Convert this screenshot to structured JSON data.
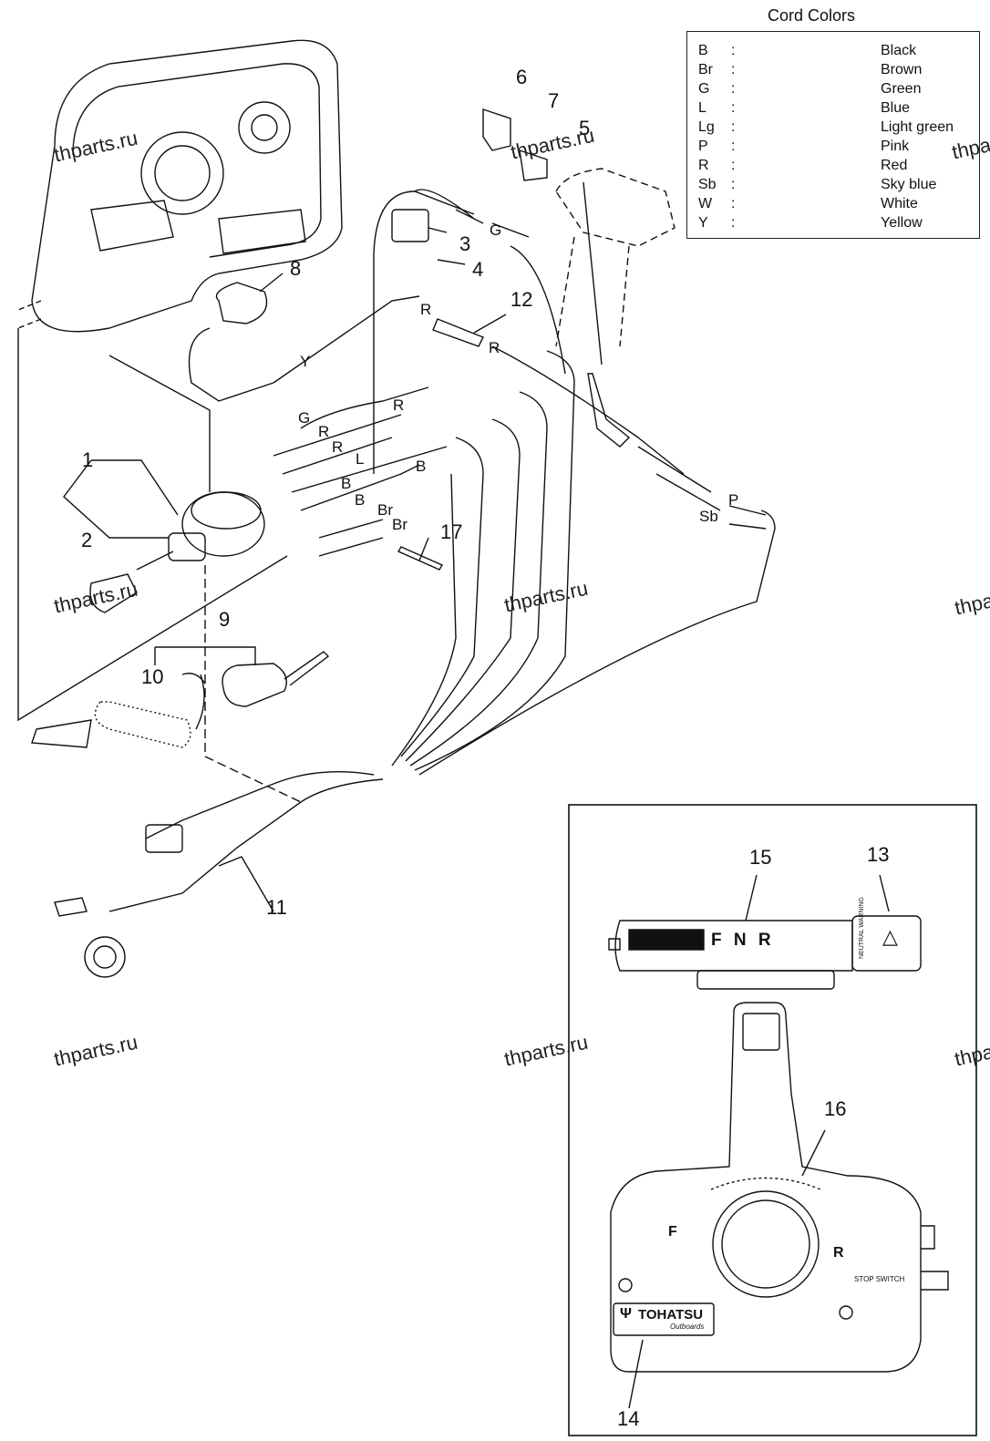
{
  "legend": {
    "title": "Cord Colors",
    "rows": [
      {
        "code": "B",
        "colon": ":",
        "name": "Black"
      },
      {
        "code": "Br",
        "colon": ":",
        "name": "Brown"
      },
      {
        "code": "G",
        "colon": ":",
        "name": "Green"
      },
      {
        "code": "L",
        "colon": ":",
        "name": "Blue"
      },
      {
        "code": "Lg",
        "colon": ":",
        "name": "Light green"
      },
      {
        "code": "P",
        "colon": ":",
        "name": "Pink"
      },
      {
        "code": "R",
        "colon": ":",
        "name": "Red"
      },
      {
        "code": "Sb",
        "colon": ":",
        "name": "Sky blue"
      },
      {
        "code": "W",
        "colon": ":",
        "name": "White"
      },
      {
        "code": "Y",
        "colon": ":",
        "name": "Yellow"
      }
    ]
  },
  "callouts": [
    "1",
    "2",
    "3",
    "4",
    "5",
    "6",
    "7",
    "8",
    "9",
    "10",
    "11",
    "12",
    "13",
    "14",
    "15",
    "16",
    "17"
  ],
  "wire_labels": {
    "g_top": "G",
    "r_12": "R",
    "r_12b": "R",
    "y": "Y",
    "g_mid": "G",
    "r_mid1": "R",
    "r_mid2": "R",
    "r_mid3": "R",
    "l": "L",
    "b1": "B",
    "b2": "B",
    "b3": "B",
    "br1": "Br",
    "br2": "Br",
    "p": "P",
    "sb": "Sb"
  },
  "watermark": "thparts.ru",
  "panel": {
    "neutral_label": "F  N  R",
    "warning_text": "NEUTRAL WARNING",
    "stop_switch": "STOP SWITCH",
    "brand": "TOHATSU",
    "brand_sub": "Outboards",
    "f_mark": "F",
    "r_mark": "R"
  }
}
